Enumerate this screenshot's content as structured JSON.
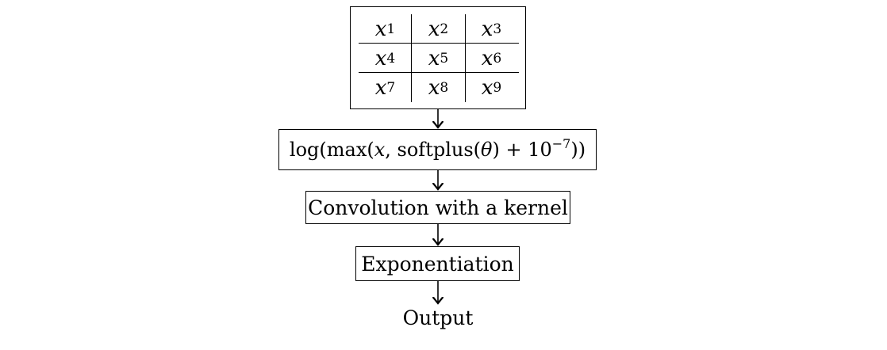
{
  "matrix": {
    "cells": [
      {
        "var": "x",
        "sub": "1"
      },
      {
        "var": "x",
        "sub": "2"
      },
      {
        "var": "x",
        "sub": "3"
      },
      {
        "var": "x",
        "sub": "4"
      },
      {
        "var": "x",
        "sub": "5"
      },
      {
        "var": "x",
        "sub": "6"
      },
      {
        "var": "x",
        "sub": "7"
      },
      {
        "var": "x",
        "sub": "8"
      },
      {
        "var": "x",
        "sub": "9"
      }
    ]
  },
  "steps": {
    "log_step": {
      "prefix": "log(max(",
      "var_x": "x",
      "middle": ", softplus(",
      "var_theta": "θ",
      "after_theta": ") + 10",
      "exponent": "−7",
      "suffix": "))"
    },
    "convolution": "Convolution with a kernel",
    "exponentiation": "Exponentiation",
    "output": "Output"
  }
}
